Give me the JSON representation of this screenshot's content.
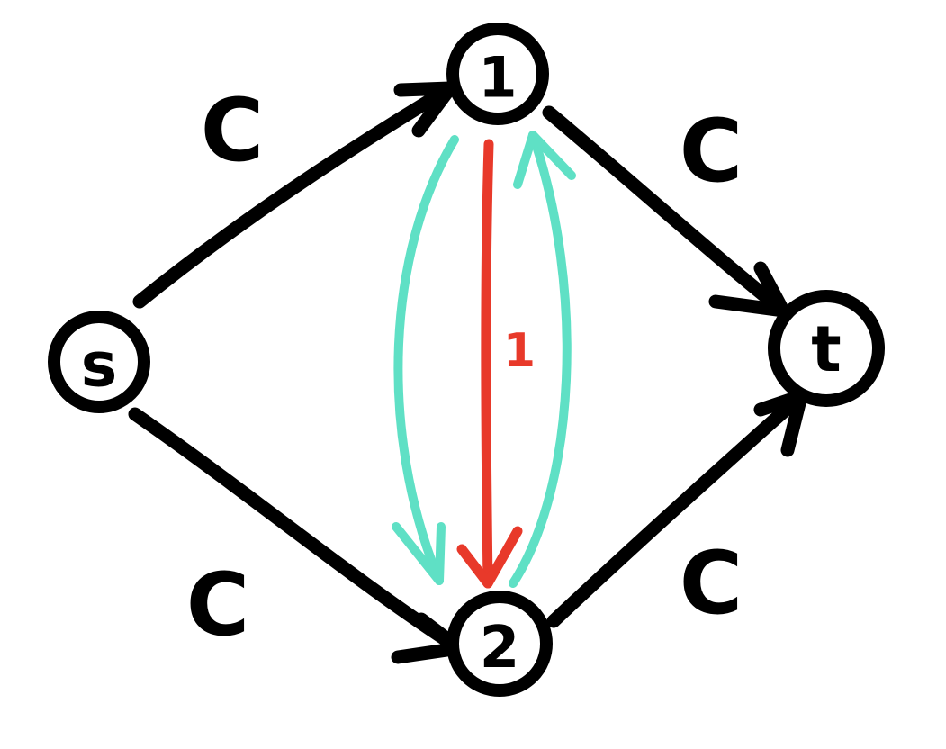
{
  "nodes": {
    "s": {
      "label": "s"
    },
    "n1": {
      "label": "1"
    },
    "n2": {
      "label": "2"
    },
    "t": {
      "label": "t"
    }
  },
  "edges": {
    "s_1": {
      "label": "C"
    },
    "s_2": {
      "label": "C"
    },
    "1_t": {
      "label": "C"
    },
    "2_t": {
      "label": "C"
    },
    "1_2": {
      "label": "1"
    }
  },
  "colors": {
    "ink": "#000000",
    "middle_edge": "#e8392a",
    "paths": "#5fe0c5"
  }
}
